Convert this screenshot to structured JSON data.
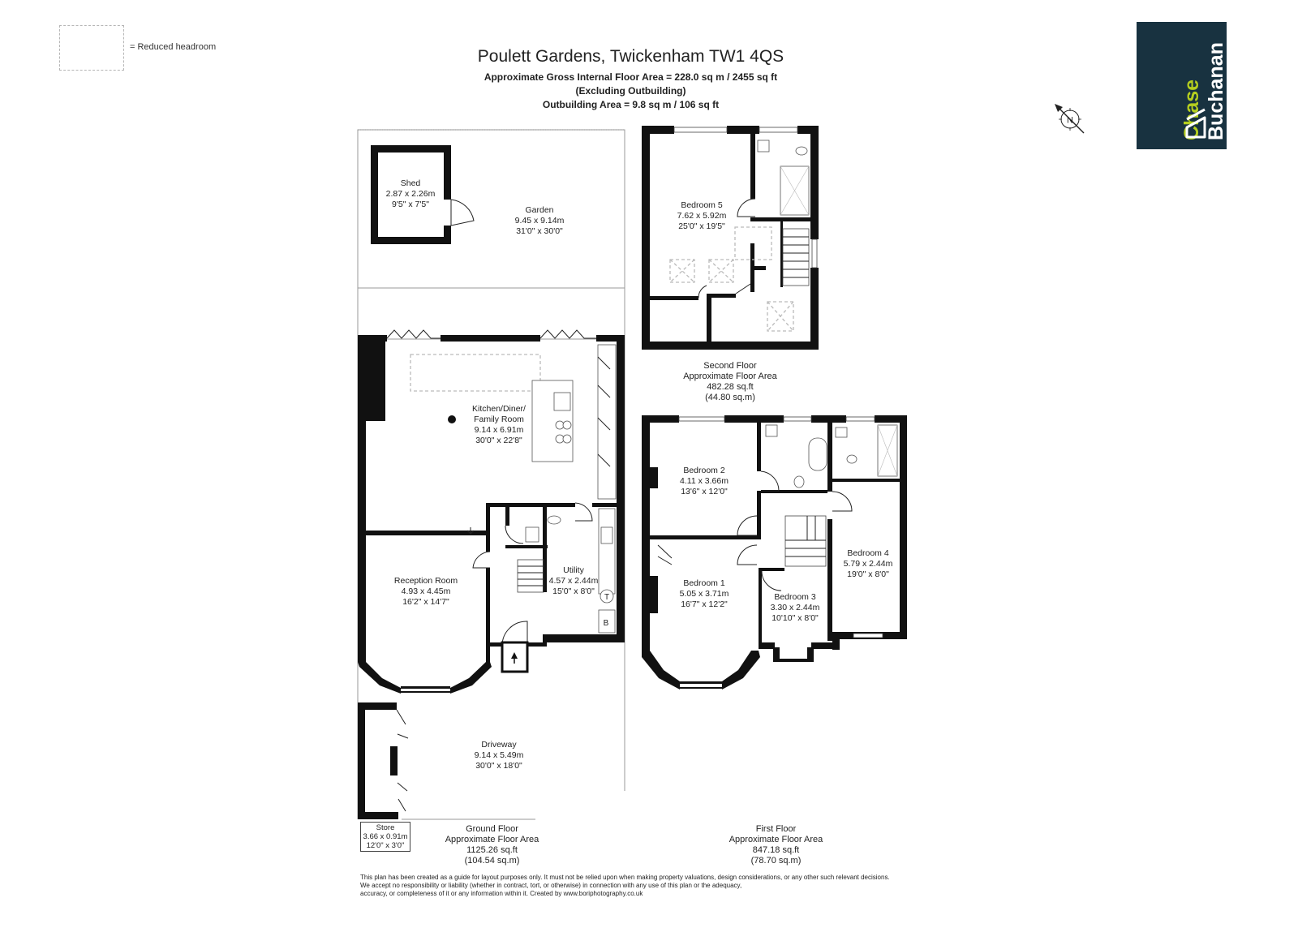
{
  "legend": {
    "text": "= Reduced headroom"
  },
  "header": {
    "title": "Poulett Gardens, Twickenham TW1 4QS",
    "gross_area": "Approximate Gross Internal Floor Area = 228.0 sq m / 2455 sq ft",
    "excluding": "(Excluding Outbuilding)",
    "outbuilding": "Outbuilding Area = 9.8 sq m / 106 sq ft"
  },
  "logo": {
    "line1": "Chase",
    "line2": "Buchanan",
    "colors": {
      "background": "#183240",
      "accent": "#b5cf1f",
      "text": "#ffffff"
    }
  },
  "compass": {
    "label": "N",
    "icon": "north-arrow-icon"
  },
  "ground_floor": {
    "rooms": {
      "shed": {
        "name": "Shed",
        "metric": "2.87 x 2.26m",
        "imperial": "9'5\" x 7'5\""
      },
      "garden": {
        "name": "Garden",
        "metric": "9.45 x 9.14m",
        "imperial": "31'0\" x 30'0\""
      },
      "kitchen": {
        "name1": "Kitchen/Diner/",
        "name2": "Family Room",
        "metric": "9.14 x 6.91m",
        "imperial": "30'0\" x 22'8\""
      },
      "reception": {
        "name": "Reception Room",
        "metric": "4.93 x 4.45m",
        "imperial": "16'2\" x 14'7\""
      },
      "utility": {
        "name": "Utility",
        "metric": "4.57 x 2.44m",
        "imperial": "15'0\" x 8'0\""
      },
      "driveway": {
        "name": "Driveway",
        "metric": "9.14 x 5.49m",
        "imperial": "30'0\" x 18'0\""
      },
      "store": {
        "name": "Store",
        "metric": "3.66 x 0.91m",
        "imperial": "12'0\" x 3'0\""
      }
    },
    "symbols": {
      "tank": "T",
      "boiler": "B"
    },
    "summary": {
      "name": "Ground Floor",
      "label": "Approximate Floor Area",
      "sqft": "1125.26 sq.ft",
      "sqm": "(104.54 sq.m)"
    }
  },
  "first_floor": {
    "rooms": {
      "bedroom2": {
        "name": "Bedroom 2",
        "metric": "4.11 x 3.66m",
        "imperial": "13'6\" x 12'0\""
      },
      "bedroom1": {
        "name": "Bedroom 1",
        "metric": "5.05 x 3.71m",
        "imperial": "16'7\" x 12'2\""
      },
      "bedroom3": {
        "name": "Bedroom 3",
        "metric": "3.30 x 2.44m",
        "imperial": "10'10\" x 8'0\""
      },
      "bedroom4": {
        "name": "Bedroom 4",
        "metric": "5.79 x 2.44m",
        "imperial": "19'0\" x 8'0\""
      }
    },
    "summary": {
      "name": "First Floor",
      "label": "Approximate Floor Area",
      "sqft": "847.18 sq.ft",
      "sqm": "(78.70 sq.m)"
    }
  },
  "second_floor": {
    "rooms": {
      "bedroom5": {
        "name": "Bedroom 5",
        "metric": "7.62 x 5.92m",
        "imperial": "25'0\" x 19'5\""
      }
    },
    "summary": {
      "name": "Second Floor",
      "label": "Approximate Floor Area",
      "sqft": "482.28 sq.ft",
      "sqm": "(44.80 sq.m)"
    }
  },
  "disclaimer": {
    "line1": "This plan has been created as a guide for layout purposes only. It must not be relied upon when making property valuations, design considerations, or any other such relevant decisions.",
    "line2": "We accept no responsibility or liability (whether in contract, tort, or otherwise)  in connection with any use of this plan or the adequacy,",
    "line3": "accuracy, or completeness of it or any information within it. Created by www.boriphotography.co.uk"
  }
}
